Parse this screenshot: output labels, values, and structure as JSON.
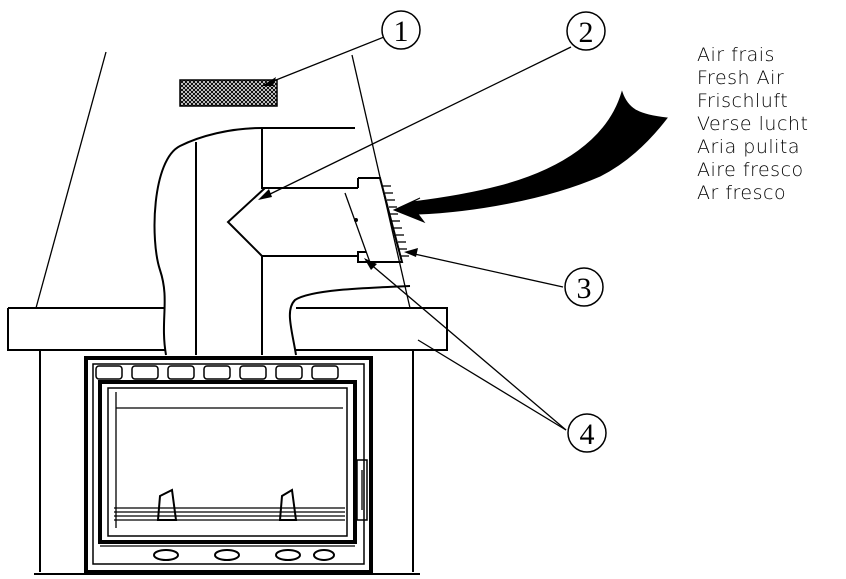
{
  "callouts": [
    {
      "id": "1",
      "label": "1"
    },
    {
      "id": "2",
      "label": "2"
    },
    {
      "id": "3",
      "label": "3"
    },
    {
      "id": "4",
      "label": "4"
    }
  ],
  "legend": {
    "lines": [
      "Air frais",
      "Fresh Air",
      "Frischluft",
      "Verse lucht",
      "Aria pulita",
      "Aire fresco",
      "Ar fresco"
    ]
  }
}
